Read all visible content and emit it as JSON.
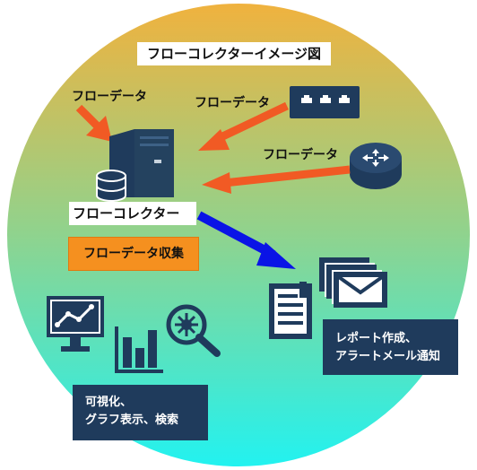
{
  "title": "フローコレクターイメージ図",
  "flow_labels": [
    "フローデータ",
    "フローデータ",
    "フローデータ"
  ],
  "collector_label": "フローコレクター",
  "collect_label": "フローデータ収集",
  "report_box": {
    "line1": "レポート作成、",
    "line2": "アラートメール通知"
  },
  "viz_box": {
    "line1": "可視化、",
    "line2": "グラフ表示、検索"
  },
  "colors": {
    "circle_top": "#f0b23e",
    "circle_bottom": "#22f2f0",
    "arrow_orange": "#f15a24",
    "arrow_blue": "#0a14e6",
    "icon_navy": "#1f3b5c",
    "collect_orange": "#f5901f"
  }
}
